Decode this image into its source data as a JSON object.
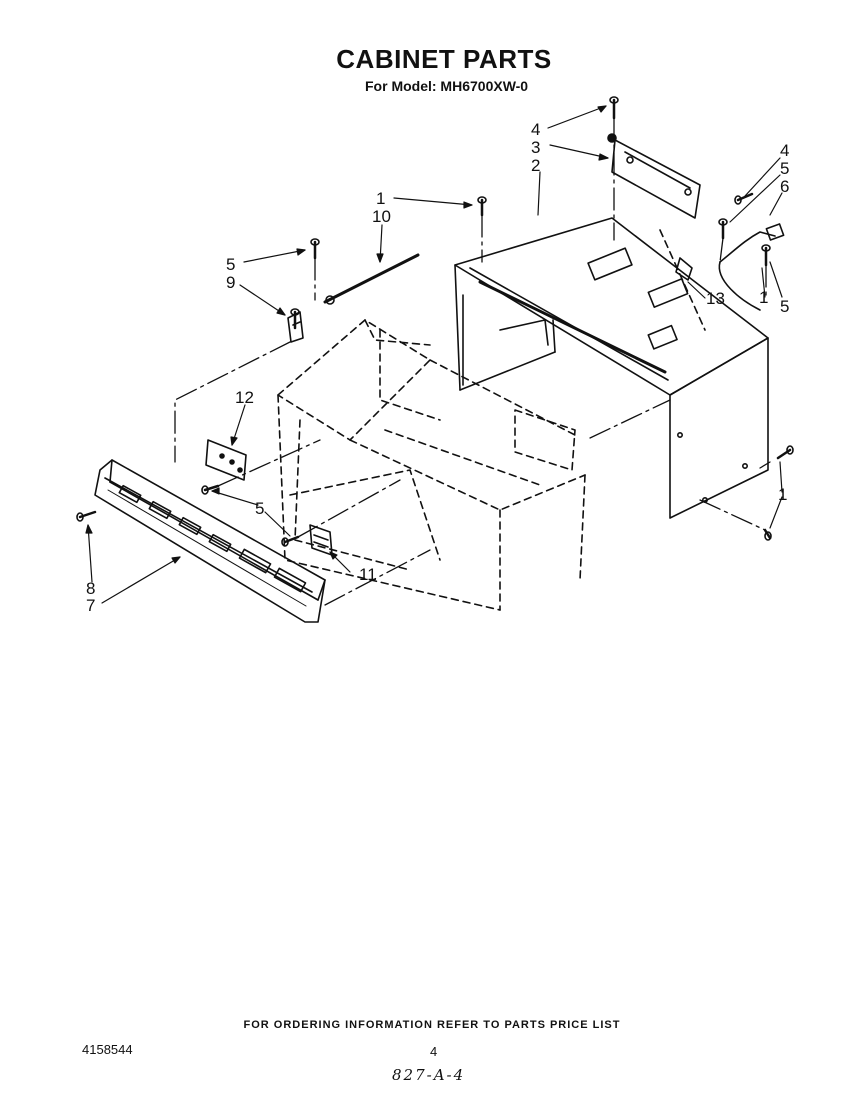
{
  "header": {
    "title": "CABINET PARTS",
    "subtitle": "For Model: MH6700XW-0"
  },
  "callouts": [
    {
      "id": "c4a",
      "label": "4"
    },
    {
      "id": "c3",
      "label": "3"
    },
    {
      "id": "c2",
      "label": "2"
    },
    {
      "id": "c4b",
      "label": "4"
    },
    {
      "id": "c5a",
      "label": "5"
    },
    {
      "id": "c6",
      "label": "6"
    },
    {
      "id": "c1a",
      "label": "1"
    },
    {
      "id": "c10",
      "label": "10"
    },
    {
      "id": "c5b",
      "label": "5"
    },
    {
      "id": "c9",
      "label": "9"
    },
    {
      "id": "c13",
      "label": "13"
    },
    {
      "id": "c1b",
      "label": "1"
    },
    {
      "id": "c5c",
      "label": "5"
    },
    {
      "id": "c12",
      "label": "12"
    },
    {
      "id": "c5d",
      "label": "5"
    },
    {
      "id": "c11",
      "label": "11"
    },
    {
      "id": "c8",
      "label": "8"
    },
    {
      "id": "c7",
      "label": "7"
    },
    {
      "id": "c1c",
      "label": "1"
    }
  ],
  "footer": {
    "ordering_note": "FOR ORDERING INFORMATION REFER TO PARTS PRICE LIST",
    "doc_number": "4158544",
    "page_number": "4",
    "handwritten_code": "827-A-4"
  }
}
